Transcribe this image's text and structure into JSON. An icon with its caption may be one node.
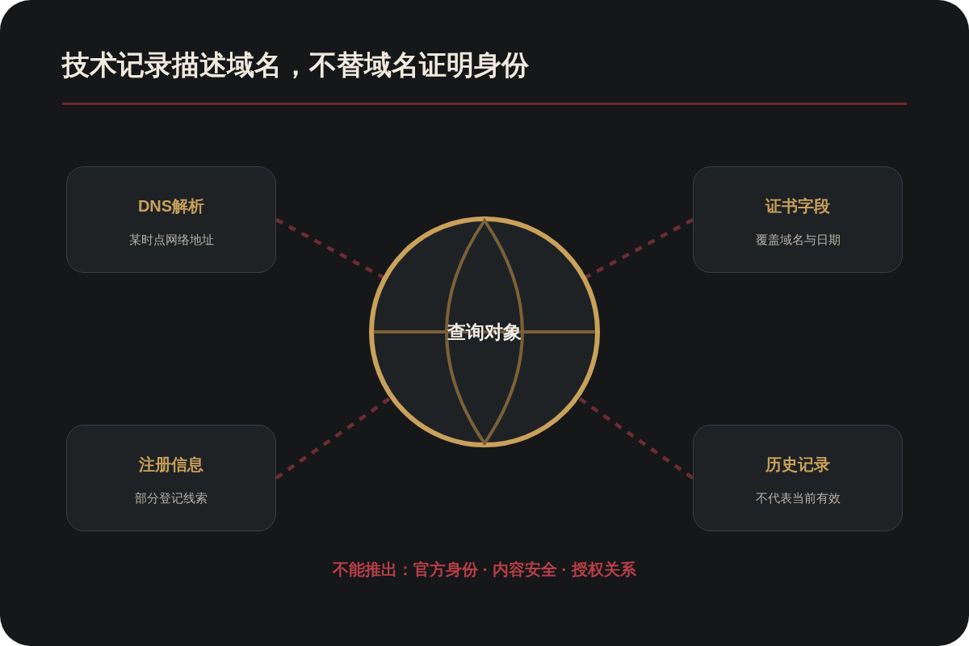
{
  "diagram": {
    "title": "技术记录描述域名，不替域名证明身份",
    "nodes": [
      {
        "text": [
          "DNS解析",
          "某时点网络地址"
        ]
      },
      {
        "text": [
          "证书字段",
          "覆盖域名与日期"
        ]
      },
      {
        "text": [
          "查询对象"
        ]
      },
      {
        "text": [
          "注册信息",
          "部分登记线索"
        ]
      },
      {
        "text": [
          "历史记录",
          "不代表当前有效"
        ]
      }
    ],
    "edges": [
      {
        "from": 0,
        "to": 2,
        "arrow": "none",
        "style": "dashed"
      },
      {
        "from": 1,
        "to": 2,
        "arrow": "none",
        "style": "dashed"
      },
      {
        "from": 3,
        "to": 2,
        "arrow": "none",
        "style": "dashed"
      },
      {
        "from": 4,
        "to": 2,
        "arrow": "none",
        "style": "dashed"
      }
    ],
    "labels": [
      "不能推出：官方身份 · 内容安全 · 授权关系"
    ]
  }
}
